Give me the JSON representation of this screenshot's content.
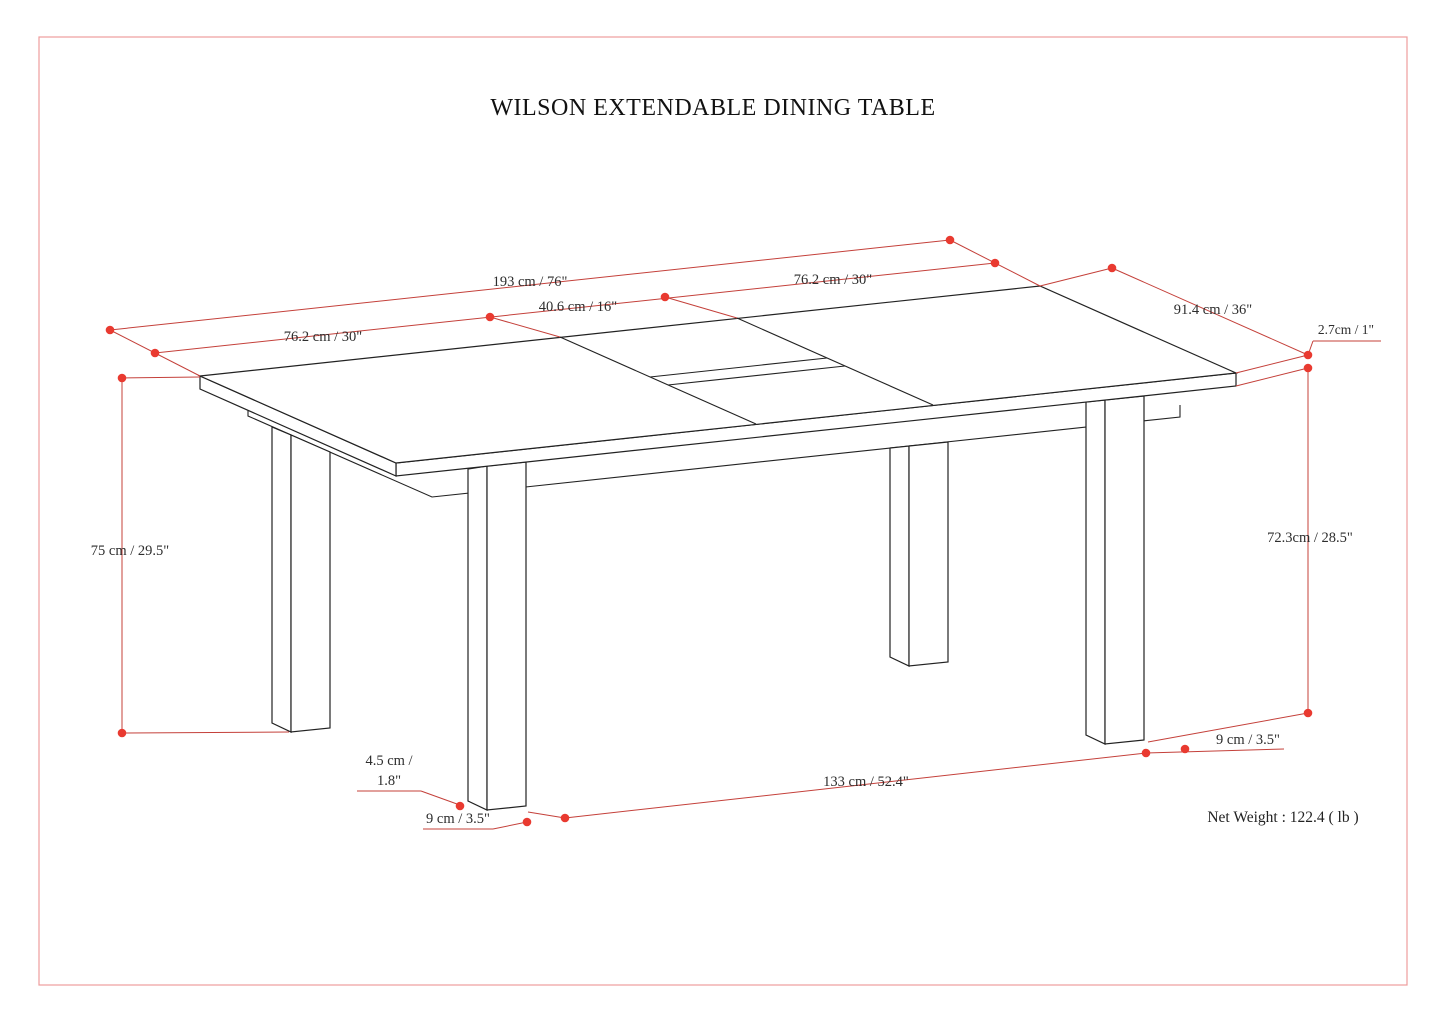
{
  "title": "WILSON EXTENDABLE DINING TABLE",
  "labels": {
    "length_total": "193 cm / 76\"",
    "section_right": "76.2 cm / 30\"",
    "leaf_width": "40.6 cm / 16\"",
    "section_left": "76.2 cm / 30\"",
    "depth": "91.4 cm / 36\"",
    "top_thickness": "2.7cm / 1\"",
    "height_left": "75 cm / 29.5\"",
    "height_right": "72.3cm / 28.5\"",
    "leg_width_right": "9 cm / 3.5\"",
    "leg_spacing": "133 cm / 52.4\"",
    "foot_line1": "4.5 cm /",
    "foot_line2": "1.8\"",
    "leg_width_left": "9 cm / 3.5\"",
    "net_weight": "Net Weight : 122.4 ( lb )"
  },
  "colors": {
    "dimension_line": "#c4403a",
    "dimension_dot": "#e93a30",
    "drawing_outline": "#222222",
    "page_border": "#ee9c9c"
  }
}
